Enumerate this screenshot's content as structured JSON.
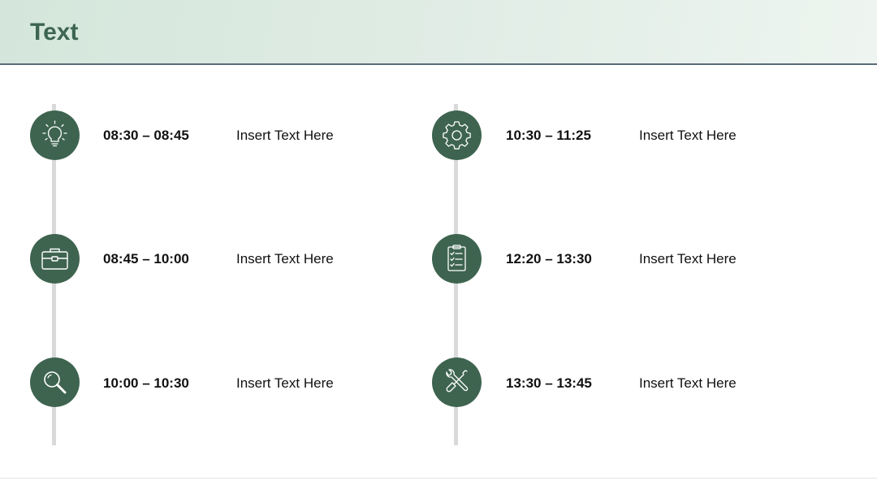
{
  "slide": {
    "title": "Text"
  },
  "timeline": {
    "items": [
      {
        "time": "08:30 – 08:45",
        "text": "Insert Text Here",
        "icon": "lightbulb-icon"
      },
      {
        "time": "08:45 – 10:00",
        "text": "Insert Text Here",
        "icon": "briefcase-icon"
      },
      {
        "time": "10:00 – 10:30",
        "text": "Insert Text Here",
        "icon": "magnifier-icon"
      },
      {
        "time": "10:30 – 11:25",
        "text": "Insert Text Here",
        "icon": "gear-icon"
      },
      {
        "time": "12:20 – 13:30",
        "text": "Insert Text Here",
        "icon": "checklist-icon"
      },
      {
        "time": "13:30 – 13:45",
        "text": "Insert Text Here",
        "icon": "tools-icon"
      }
    ]
  },
  "colors": {
    "accent": "#3e6450",
    "title": "#3d6551",
    "header_gradient_start": "#d4e6db",
    "timeline_line": "#d9d9d9"
  }
}
